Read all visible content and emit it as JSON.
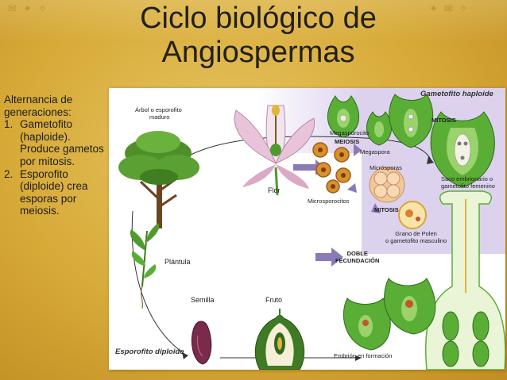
{
  "slide": {
    "title_line1": "Ciclo biológico de",
    "title_line2": "Angiospermas"
  },
  "sidebar": {
    "intro": "Alternancia de generaciones:",
    "items": [
      {
        "num": "1.",
        "text": "Gametofito (haploide). Produce gametos por mitosis."
      },
      {
        "num": "2.",
        "text": "Esporofito (diploide) crea esporas por meiosis."
      }
    ]
  },
  "diagram": {
    "labels": {
      "arbol_line1": "Árbol o esporofito",
      "arbol_line2": "maduro",
      "flor": "Flor",
      "microsporocitos": "Microsporocitos",
      "megasporocito": "Megasporocito",
      "meiosis": "MEIOSIS",
      "megaspora": "Megaspora",
      "microsporas": "Micrósporas",
      "mitosis_top": "MITOSIS",
      "mitosis_mid": "MITOSIS",
      "gametofito_haploide": "Gametofito haploide",
      "saco_line1": "Saco embrionario o",
      "saco_line2": "gametofito femenino",
      "grano_line1": "Grano de Polen",
      "grano_line2": "o gametofito masculino",
      "doble_line1": "DOBLE",
      "doble_line2": "FECUNDACIÓN",
      "plantula": "Plántula",
      "semilla": "Semilla",
      "fruto": "Fruto",
      "esporofito_diploide": "Esporofito diploide",
      "embrion": "Embrión en formación"
    },
    "colors": {
      "leaf_green": "#4f9a2c",
      "dark_green": "#2f6b1c",
      "ovule_green": "#5aae35",
      "petal_pink": "#e8c3d9",
      "pollen_orange": "#d9902e",
      "arrow_purple": "#8a7ab8",
      "haploid_panel": "#ddd2ee"
    }
  }
}
